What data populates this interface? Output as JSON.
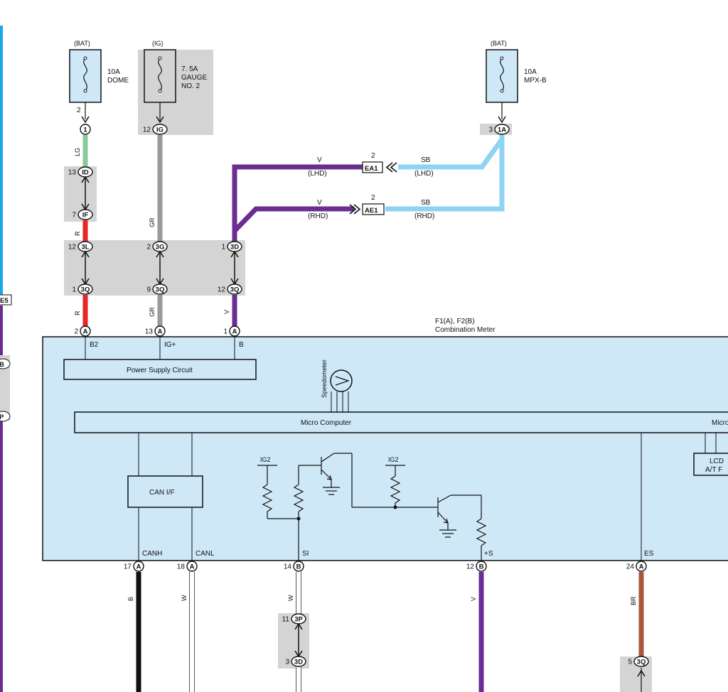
{
  "fuses": [
    {
      "id": "fuse-dome",
      "source": "(BAT)",
      "rating": "10A",
      "name": "DOME",
      "pin": "2"
    },
    {
      "id": "fuse-gauge",
      "source": "(IG)",
      "rating": "7. 5A",
      "name": "GAUGE",
      "name2": "NO. 2",
      "pin": ""
    },
    {
      "id": "fuse-mpxb",
      "source": "(BAT)",
      "rating": "10A",
      "name": "MPX-B",
      "pin": ""
    }
  ],
  "connectors": {
    "c1": {
      "id": "1",
      "pin": ""
    },
    "cIG": {
      "id": "IG",
      "pin": "12"
    },
    "c1A": {
      "id": "1A",
      "pin": "3"
    },
    "cID": {
      "id": "ID",
      "pin": "13"
    },
    "cIF": {
      "id": "IF",
      "pin": "7"
    },
    "c3L": {
      "id": "3L",
      "pin": "12"
    },
    "c3G": {
      "id": "3G",
      "pin": "2"
    },
    "c3D_top": {
      "id": "3D",
      "pin": "1"
    },
    "c3Q_1": {
      "id": "3Q",
      "pin": "1"
    },
    "c3Q_9": {
      "id": "3Q",
      "pin": "9"
    },
    "c3Q_12": {
      "id": "3Q",
      "pin": "12"
    },
    "cA_2": {
      "id": "A",
      "pin": "2"
    },
    "cA_13": {
      "id": "A",
      "pin": "13"
    },
    "cA_1": {
      "id": "A",
      "pin": "1"
    },
    "cA_17": {
      "id": "A",
      "pin": "17"
    },
    "cA_18": {
      "id": "A",
      "pin": "18"
    },
    "cB_14": {
      "id": "B",
      "pin": "14"
    },
    "cB_12": {
      "id": "B",
      "pin": "12"
    },
    "cA_24": {
      "id": "A",
      "pin": "24"
    },
    "c3P": {
      "id": "3P",
      "pin": "11"
    },
    "c3D_bot": {
      "id": "3D",
      "pin": "3"
    },
    "c3Q_5": {
      "id": "3Q",
      "pin": "5"
    },
    "cEA1": {
      "id": "EA1",
      "pin": "2"
    },
    "cAE1": {
      "id": "AE1",
      "pin": "2"
    },
    "cE5": {
      "id": "E5"
    },
    "cLeftB": {
      "id": "B"
    },
    "cLeftP": {
      "id": "P"
    }
  },
  "wires": {
    "lg": "LG",
    "r1": "R",
    "r2": "R",
    "gr1": "GR",
    "gr2": "GR",
    "v1": "V",
    "v_lhd": "V",
    "v_lhd_note": "(LHD)",
    "v_rhd": "V",
    "v_rhd_note": "(RHD)",
    "sb_lhd": "SB",
    "sb_lhd_note": "(LHD)",
    "sb_rhd": "SB",
    "sb_rhd_note": "(RHD)",
    "b": "B",
    "w1": "W",
    "w2": "W",
    "v_s": "V",
    "br": "BR"
  },
  "meter": {
    "title": "F1(A), F2(B)",
    "subtitle": "Combination Meter",
    "power_supply": "Power Supply Circuit",
    "speedometer": "Speedometer",
    "micro_computer": "Micro Computer",
    "micro_computer2": "Micro",
    "can_if": "CAN I/F",
    "lcd_line1": "LCD",
    "lcd_line2": "A/T F",
    "ig2_a": "IG2",
    "ig2_b": "IG2",
    "terminals": {
      "b2": "B2",
      "igp": "IG+",
      "b": "B",
      "canh": "CANH",
      "canl": "CANL",
      "si": "SI",
      "ps": "+S",
      "es": "ES"
    }
  },
  "colors": {
    "lg": "#88c99a",
    "r": "#e8262a",
    "gr": "#9a9a9a",
    "v": "#6a2d91",
    "sb": "#8fd3f4",
    "b": "#111111",
    "w": "#ffffff",
    "br": "#a6593a",
    "meter_fill": "#cfe8f8",
    "shade": "#d4d4d4",
    "fuse_fill": "#cfe8f8",
    "left_bar": "#1aa7e6"
  }
}
